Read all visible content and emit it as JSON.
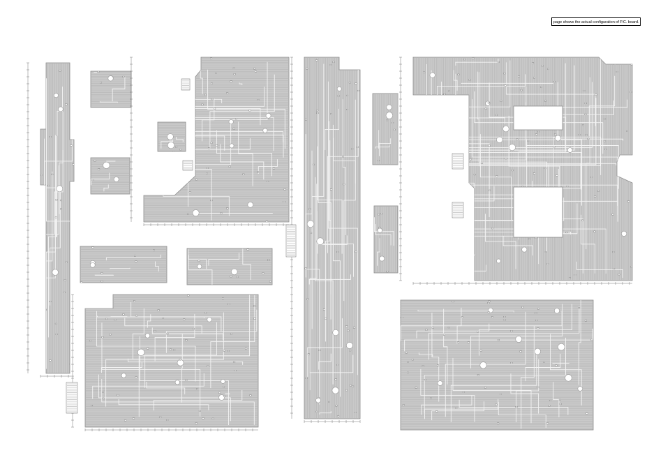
{
  "page": {
    "note": "page shows the actual configuration of P.C. board."
  },
  "boards": [
    {
      "id": "strip-left"
    },
    {
      "id": "small-top-a"
    },
    {
      "id": "small-mid-a"
    },
    {
      "id": "small-top-b"
    },
    {
      "id": "board-center-top"
    },
    {
      "id": "board-wide-a"
    },
    {
      "id": "board-wide-b"
    },
    {
      "id": "board-bottom-left"
    },
    {
      "id": "strip-center"
    },
    {
      "id": "small-right-a"
    },
    {
      "id": "small-right-b"
    },
    {
      "id": "board-right-top"
    },
    {
      "id": "board-right-bottom"
    }
  ]
}
